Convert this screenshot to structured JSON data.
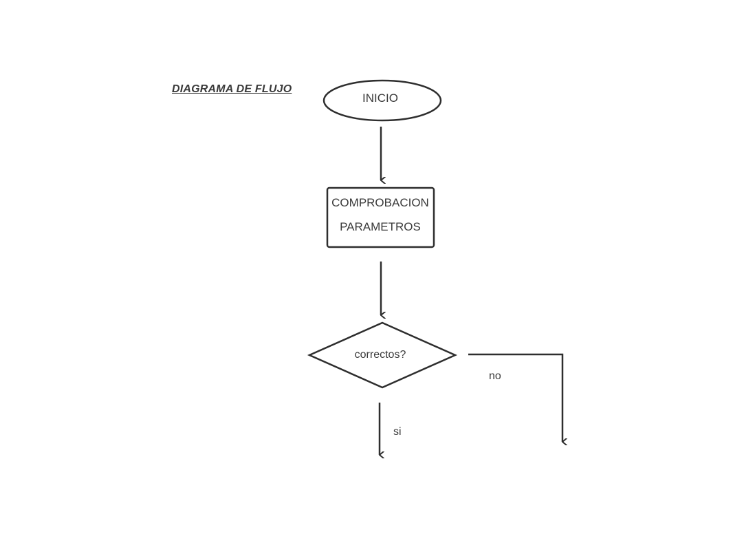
{
  "diagram": {
    "title": "DIAGRAMA DE FLUJO",
    "nodes": {
      "start": {
        "label": "INICIO"
      },
      "process": {
        "label_line1": "COMPROBACION",
        "label_line2": "PARAMETROS"
      },
      "decision": {
        "label": "correctos?"
      }
    },
    "edges": {
      "yes_label": "si",
      "no_label": "no"
    },
    "colors": {
      "stroke": "#2e2e2e",
      "text": "#3a3a3a",
      "background": "#ffffff"
    }
  }
}
